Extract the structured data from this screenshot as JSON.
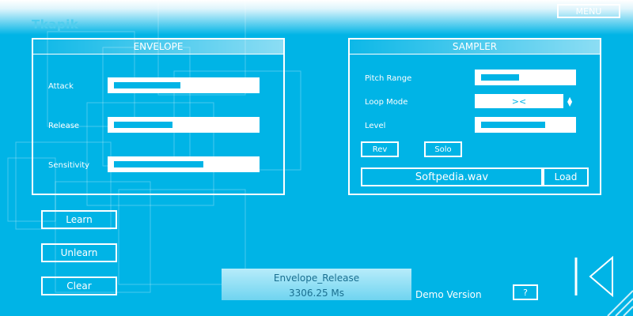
{
  "app": {
    "title": "Tkapik",
    "menu_label": "MENU"
  },
  "envelope": {
    "title": "ENVELOPE",
    "rows": [
      {
        "label": "Attack",
        "level": 0.48
      },
      {
        "label": "Release",
        "level": 0.42
      },
      {
        "label": "Sensitivity",
        "level": 0.64
      }
    ]
  },
  "sampler": {
    "title": "SAMPLER",
    "pitch_range": {
      "label": "Pitch Range",
      "level": 0.43
    },
    "loop_mode": {
      "label": "Loop Mode",
      "value": "><"
    },
    "level": {
      "label": "Level",
      "level": 0.72
    },
    "rev_label": "Rev",
    "solo_label": "Solo",
    "file_name": "Softpedia.wav",
    "load_label": "Load"
  },
  "actions": {
    "learn_label": "Learn",
    "unlearn_label": "Unlearn",
    "clear_label": "Clear"
  },
  "display": {
    "parameter": "Envelope_Release",
    "value": "3306.25 Ms"
  },
  "footer": {
    "demo_label": "Demo Version",
    "help_label": "?"
  }
}
